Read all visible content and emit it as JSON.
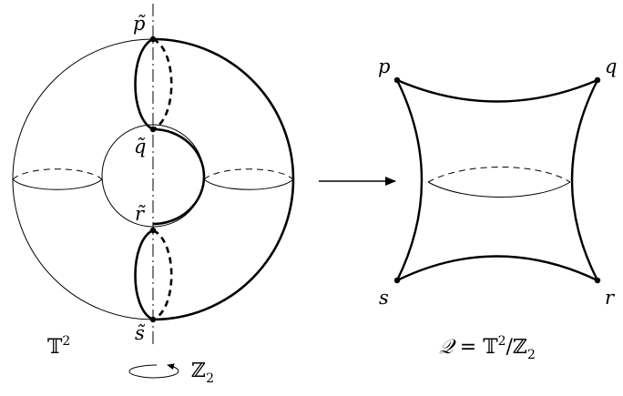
{
  "torus": {
    "points": {
      "p": "p̃",
      "q": "q̃",
      "r": "r̃",
      "s": "s̃"
    },
    "space_label": "𝕋",
    "space_exp": "2",
    "group_label": "ℤ",
    "group_sub": "2"
  },
  "quotient": {
    "corners": {
      "p": "p",
      "q": "q",
      "r": "r",
      "s": "s"
    },
    "formula": {
      "lhs": "𝒬",
      "eq": " = ",
      "space": "𝕋",
      "space_exp": "2",
      "slash": "/",
      "group": "ℤ",
      "group_sub": "2"
    }
  }
}
